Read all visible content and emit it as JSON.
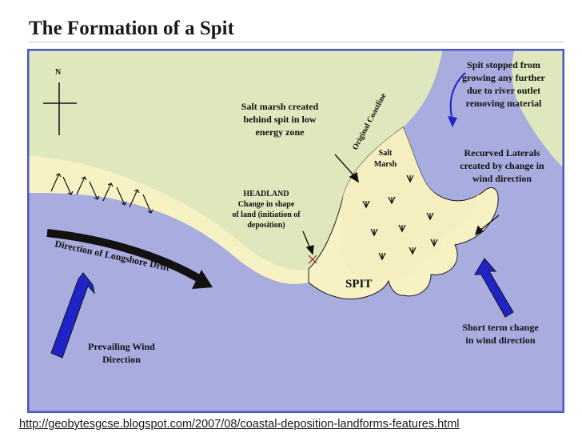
{
  "title": "The Formation of a Spit",
  "labels": {
    "north": "N",
    "spit": "SPIT",
    "salt_marsh_title": [
      "Salt marsh created",
      "behind spit in low",
      "energy zone"
    ],
    "salt_marsh_inside": [
      "Salt",
      "Marsh"
    ],
    "original_coastline": "Original Coastline",
    "headland": [
      "HEADLAND",
      "Change in shape",
      "of land (initiation of",
      "deposition)"
    ],
    "spit_stopped": [
      "Spit stopped from",
      "growing any further",
      "due to river outlet",
      "removing material"
    ],
    "recurved": [
      "Recurved Laterals",
      "created by change in",
      "wind direction"
    ],
    "longshore": "Direction of Longshore Drift",
    "prevailing": [
      "Prevailing Wind",
      "Direction"
    ],
    "short_term": [
      "Short term change",
      "in wind direction"
    ]
  },
  "source_url": "http://geobytesgcse.blogspot.com/2007/08/coastal-deposition-landforms-features.html",
  "colors": {
    "sea": "#a9acdf",
    "land": "#dfe8bd",
    "sand": "#f7f2c4",
    "arrow": "#1f24c8",
    "frame": "#4b56c8",
    "accent": "#8a2f2f"
  }
}
